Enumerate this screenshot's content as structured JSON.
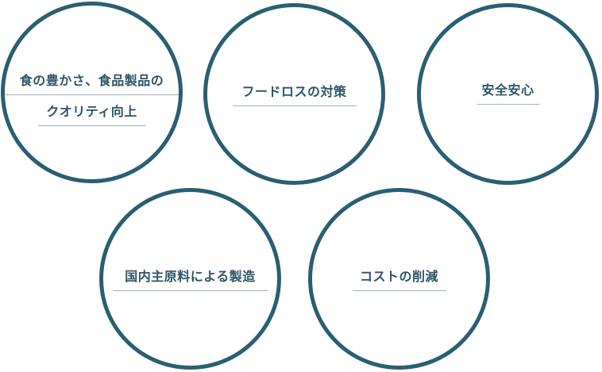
{
  "theme": {
    "circle_border": "#2a5f72",
    "text": "#2d5566",
    "underline": "#9fb2bc",
    "background": "#ffffff"
  },
  "items": [
    {
      "lines": [
        "食の豊かさ、食品製品の",
        "クオリティ向上"
      ]
    },
    {
      "lines": [
        "フードロスの対策"
      ]
    },
    {
      "lines": [
        "安全安心"
      ]
    },
    {
      "lines": [
        "国内主原料による製造"
      ]
    },
    {
      "lines": [
        "コストの削減"
      ]
    }
  ]
}
